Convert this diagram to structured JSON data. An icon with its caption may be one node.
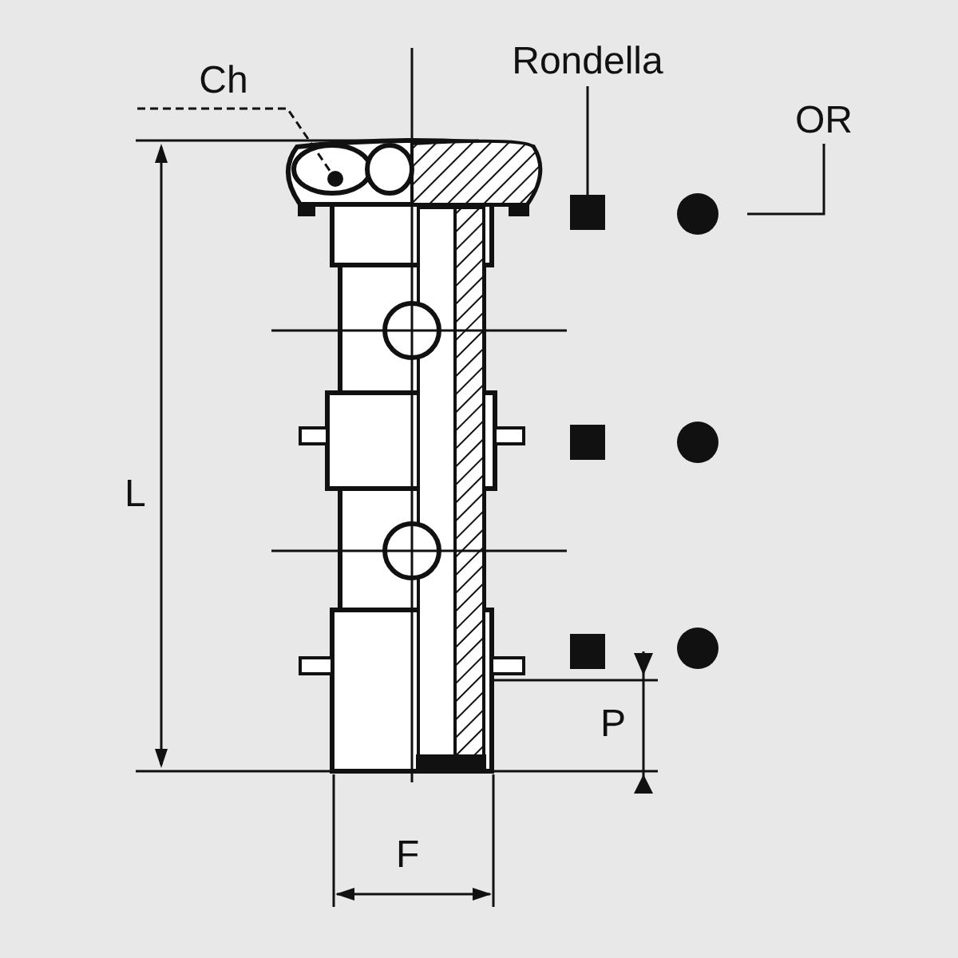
{
  "diagram": {
    "nodes": [
      {
        "text": [
          "Ch"
        ]
      },
      {
        "text": [],
        "shape": "picture"
      },
      {
        "text": [
          "Rondella"
        ]
      },
      {
        "text": [
          "OR"
        ]
      },
      {
        "text": [],
        "shape": "box"
      },
      {
        "text": [],
        "shape": "circle"
      },
      {
        "text": [],
        "shape": "box"
      },
      {
        "text": [],
        "shape": "circle"
      },
      {
        "text": [],
        "shape": "box"
      },
      {
        "text": [],
        "shape": "circle"
      }
    ],
    "edges": [
      {
        "from": 0,
        "to": 1,
        "arrow": "none",
        "style": "dashed"
      },
      {
        "from": 2,
        "to": 4,
        "arrow": "none"
      },
      {
        "from": 3,
        "to": 5,
        "arrow": "none"
      }
    ],
    "labels": [
      "L",
      "P",
      "F"
    ]
  }
}
